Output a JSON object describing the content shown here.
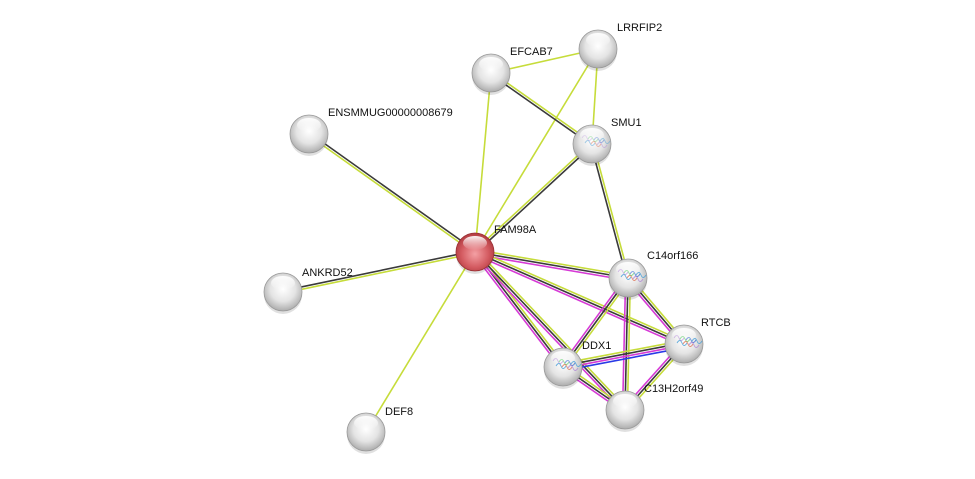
{
  "network": {
    "title": "Protein interaction network",
    "query_node": "FAM98A",
    "colors": {
      "query_node": "#d9545c",
      "other_node": "#e2e2e2",
      "textmining": "#c6dc3a",
      "coexpression": "#3a3a3a",
      "experiments": "#d63ad6",
      "databases": "#2a3ae6"
    },
    "nodes": [
      {
        "id": "FAM98A",
        "label": "FAM98A",
        "query": true,
        "structure": false
      },
      {
        "id": "EFCAB7",
        "label": "EFCAB7",
        "query": false,
        "structure": false
      },
      {
        "id": "LRRFIP2",
        "label": "LRRFIP2",
        "query": false,
        "structure": false
      },
      {
        "id": "SMU1",
        "label": "SMU1",
        "query": false,
        "structure": true
      },
      {
        "id": "ENSMMUG00000008679",
        "label": "ENSMMUG00000008679",
        "query": false,
        "structure": false
      },
      {
        "id": "ANKRD52",
        "label": "ANKRD52",
        "query": false,
        "structure": false
      },
      {
        "id": "DEF8",
        "label": "DEF8",
        "query": false,
        "structure": false
      },
      {
        "id": "C14orf166",
        "label": "C14orf166",
        "query": false,
        "structure": true
      },
      {
        "id": "RTCB",
        "label": "RTCB",
        "query": false,
        "structure": true
      },
      {
        "id": "DDX1",
        "label": "DDX1",
        "query": false,
        "structure": true
      },
      {
        "id": "C13H2orf49",
        "label": "C13H2orf49",
        "query": false,
        "structure": false
      }
    ],
    "edges": [
      {
        "a": "FAM98A",
        "b": "EFCAB7",
        "evidence": [
          "textmining"
        ]
      },
      {
        "a": "FAM98A",
        "b": "LRRFIP2",
        "evidence": [
          "textmining"
        ]
      },
      {
        "a": "FAM98A",
        "b": "SMU1",
        "evidence": [
          "textmining",
          "coexpression"
        ]
      },
      {
        "a": "FAM98A",
        "b": "ENSMMUG00000008679",
        "evidence": [
          "textmining",
          "coexpression"
        ]
      },
      {
        "a": "FAM98A",
        "b": "ANKRD52",
        "evidence": [
          "textmining",
          "coexpression"
        ]
      },
      {
        "a": "FAM98A",
        "b": "DEF8",
        "evidence": [
          "textmining"
        ]
      },
      {
        "a": "FAM98A",
        "b": "C14orf166",
        "evidence": [
          "textmining",
          "coexpression",
          "experiments"
        ]
      },
      {
        "a": "FAM98A",
        "b": "RTCB",
        "evidence": [
          "textmining",
          "coexpression",
          "experiments"
        ]
      },
      {
        "a": "FAM98A",
        "b": "DDX1",
        "evidence": [
          "textmining",
          "coexpression",
          "experiments"
        ]
      },
      {
        "a": "FAM98A",
        "b": "C13H2orf49",
        "evidence": [
          "textmining",
          "coexpression",
          "experiments"
        ]
      },
      {
        "a": "EFCAB7",
        "b": "LRRFIP2",
        "evidence": [
          "textmining"
        ]
      },
      {
        "a": "EFCAB7",
        "b": "SMU1",
        "evidence": [
          "textmining",
          "coexpression"
        ]
      },
      {
        "a": "LRRFIP2",
        "b": "SMU1",
        "evidence": [
          "textmining"
        ]
      },
      {
        "a": "SMU1",
        "b": "C14orf166",
        "evidence": [
          "textmining",
          "coexpression"
        ]
      },
      {
        "a": "C14orf166",
        "b": "RTCB",
        "evidence": [
          "textmining",
          "coexpression",
          "experiments"
        ]
      },
      {
        "a": "C14orf166",
        "b": "DDX1",
        "evidence": [
          "textmining",
          "coexpression",
          "experiments"
        ]
      },
      {
        "a": "C14orf166",
        "b": "C13H2orf49",
        "evidence": [
          "textmining",
          "coexpression",
          "experiments"
        ]
      },
      {
        "a": "DDX1",
        "b": "RTCB",
        "evidence": [
          "textmining",
          "coexpression",
          "experiments",
          "databases"
        ]
      },
      {
        "a": "DDX1",
        "b": "C13H2orf49",
        "evidence": [
          "textmining",
          "coexpression",
          "experiments"
        ]
      },
      {
        "a": "RTCB",
        "b": "C13H2orf49",
        "evidence": [
          "textmining",
          "coexpression",
          "experiments"
        ]
      }
    ]
  }
}
